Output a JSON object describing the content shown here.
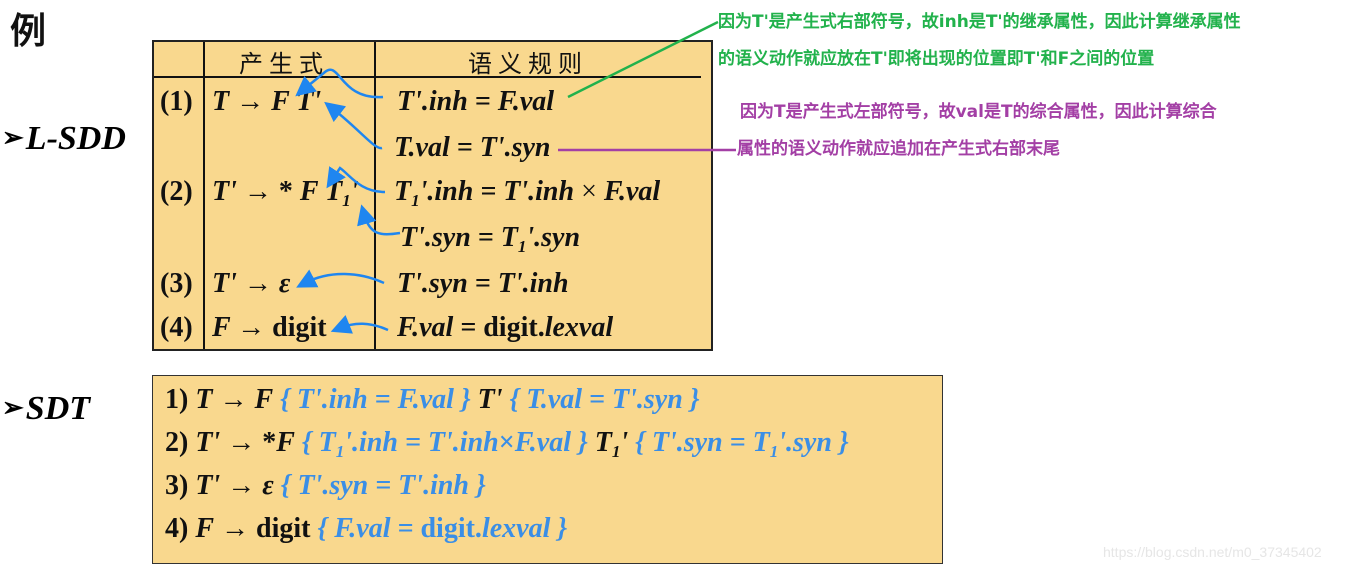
{
  "page": {
    "title": "例",
    "watermark": "https://blog.csdn.net/m0_37345402"
  },
  "lsdd": {
    "label": "L-SDD",
    "bullet_icon": "arrow-bullet-icon",
    "headers": {
      "production": "产生式",
      "rule": "语义规则"
    },
    "rows": [
      {
        "num": "(1)",
        "production": [
          "T → F T'"
        ],
        "rules": [
          "T'.inh = F.val",
          "T.val = T'.syn"
        ]
      },
      {
        "num": "(2)",
        "production": [
          "T' → * F T₁'"
        ],
        "rules": [
          "T₁'.inh = T'.inh × F.val",
          "T'.syn = T₁'.syn"
        ]
      },
      {
        "num": "(3)",
        "production": [
          "T' → ε"
        ],
        "rules": [
          "T'.syn = T'.inh"
        ]
      },
      {
        "num": "(4)",
        "production": [
          "F → digit"
        ],
        "rules": [
          "F.val = digit.lexval"
        ]
      }
    ]
  },
  "sdt": {
    "label": "SDT",
    "bullet_icon": "arrow-bullet-icon",
    "lines": [
      {
        "num": "1)",
        "text": "T → F { T'.inh = F.val } T' { T.val = T'.syn }"
      },
      {
        "num": "2)",
        "text": "T' → *F { T₁'.inh = T'.inh×F.val } T₁' { T'.syn = T₁'.syn }"
      },
      {
        "num": "3)",
        "text": "T' → ε { T'.syn = T'.inh }"
      },
      {
        "num": "4)",
        "text": "F → digit { F.val = digit.lexval }"
      }
    ]
  },
  "annotations": {
    "green": {
      "color": "#22b24c",
      "line1": "因为T'是产生式右部符号，故inh是T'的继承属性，因此计算继承属性",
      "line2": "的语义动作就应放在T'即将出现的位置即T'和F之间的位置"
    },
    "purple": {
      "color": "#a33fa5",
      "line1": "因为T是产生式左部符号，故val是T的综合属性，因此计算综合",
      "line2": "属性的语义动作就应追加在产生式右部末尾"
    }
  },
  "colors": {
    "table_bg": "#f9d88e",
    "arrow_blue": "#1f86f0",
    "action_blue": "#3a8ee6"
  }
}
